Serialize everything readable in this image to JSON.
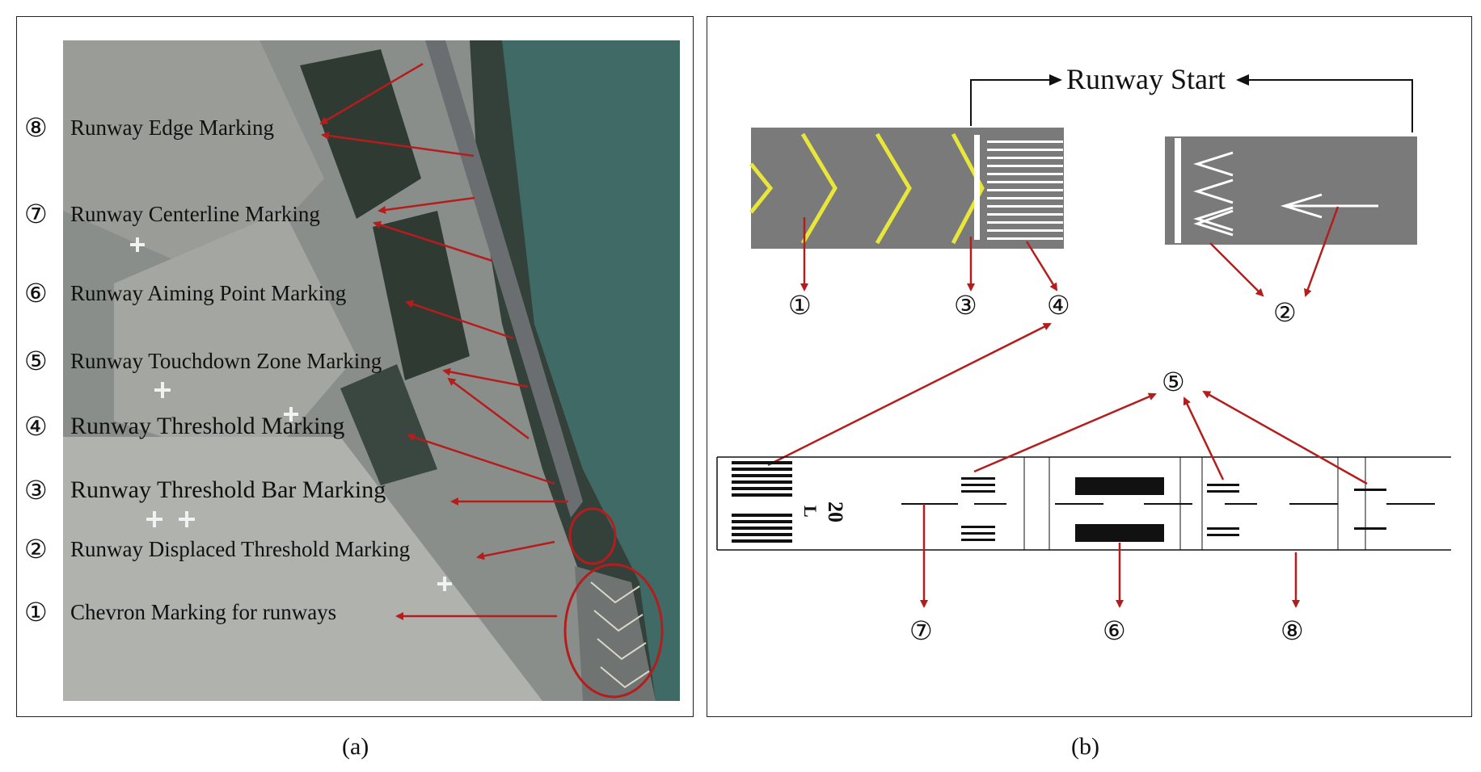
{
  "panel_a": {
    "caption": "(a)",
    "labels": [
      {
        "num": "⑧",
        "text": "Runway Edge Marking"
      },
      {
        "num": "⑦",
        "text": "Runway Centerline Marking"
      },
      {
        "num": "⑥",
        "text": "Runway Aiming Point Marking"
      },
      {
        "num": "⑤",
        "text": "Runway Touchdown Zone Marking"
      },
      {
        "num": "④",
        "text": "Runway Threshold Marking"
      },
      {
        "num": "③",
        "text": "Runway Threshold Bar Marking"
      },
      {
        "num": "②",
        "text": "Runway Displaced Threshold Marking"
      },
      {
        "num": "①",
        "text": "Chevron Marking for runways"
      }
    ]
  },
  "panel_b": {
    "caption": "(b)",
    "runway_start": "Runway Start",
    "runway_designator": "20",
    "runway_side": "L",
    "numbers": {
      "n1": "①",
      "n2": "②",
      "n3": "③",
      "n4": "④",
      "n5": "⑤",
      "n6": "⑥",
      "n7": "⑦",
      "n8": "⑧"
    }
  },
  "colors": {
    "arrow": "#b51d1d",
    "runway_gray": "#7a7a7a",
    "chevron_yellow": "#e8e63a",
    "sea": "#3f6a66"
  }
}
